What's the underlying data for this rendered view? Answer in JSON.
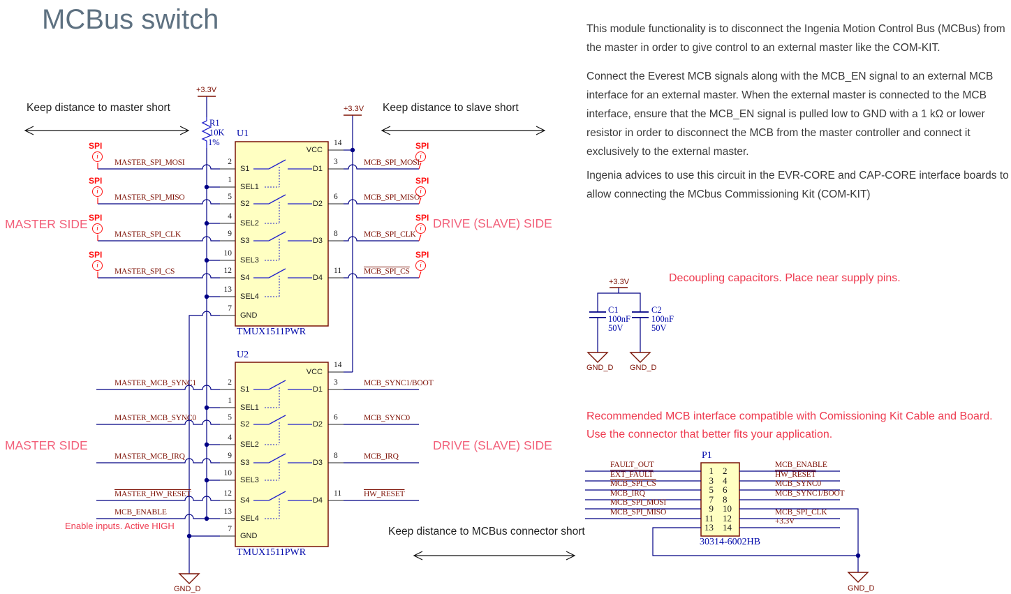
{
  "title": "MCBus switch",
  "description": {
    "p1": "This module functionality is to disconnect the Ingenia Motion Control Bus (MCBus) from the master in order to give control to an external master like the COM-KIT.",
    "p2": "Connect the Everest MCB signals along with the MCB_EN signal to an external MCB interface for an external master. When the external master is connected to the MCB interface, ensure that the MCB_EN signal is pulled low to GND with a 1 kΩ or lower resistor in order to disconnect the MCB from the master controller and connect it exclusively to the external master.",
    "p3": "Ingenia advices to use this circuit in the EVR-CORE and CAP-CORE interface boards to allow connecting the MCbus Commissioning Kit (COM-KIT)"
  },
  "annotations": {
    "keep_master": "Keep distance to master short",
    "keep_slave": "Keep distance to slave short",
    "keep_connector": "Keep distance to MCBus connector short",
    "master_side_top": "MASTER SIDE",
    "master_side_bottom": "MASTER SIDE",
    "drive_side_top": "DRIVE (SLAVE) SIDE",
    "drive_side_bottom": "DRIVE (SLAVE) SIDE",
    "enable_inputs": "Enable inputs. Active HIGH",
    "decoupling": "Decoupling capacitors. Place near supply pins.",
    "recommended_1": "Recommended MCB interface compatible with Comissioning Kit Cable and Board.",
    "recommended_2": "Use the connector that better fits your application."
  },
  "spi": {
    "label": "SPI",
    "icon_text": "i"
  },
  "power": {
    "v33": "+3.3V",
    "gnd_d": "GND_D"
  },
  "r1": {
    "ref": "R1",
    "value": "10K",
    "tol": "1%"
  },
  "c1": {
    "ref": "C1",
    "value": "100nF",
    "volt": "50V"
  },
  "c2": {
    "ref": "C2",
    "value": "100nF",
    "volt": "50V"
  },
  "u1": {
    "ref": "U1",
    "part": "TMUX1511PWR",
    "pins_left": [
      {
        "n": "2",
        "name": "S1"
      },
      {
        "n": "1",
        "name": "SEL1"
      },
      {
        "n": "5",
        "name": "S2"
      },
      {
        "n": "4",
        "name": "SEL2"
      },
      {
        "n": "9",
        "name": "S3"
      },
      {
        "n": "10",
        "name": "SEL3"
      },
      {
        "n": "12",
        "name": "S4"
      },
      {
        "n": "13",
        "name": "SEL4"
      },
      {
        "n": "7",
        "name": "GND"
      }
    ],
    "pins_right": [
      {
        "n": "14",
        "name": "VCC"
      },
      {
        "n": "3",
        "name": "D1"
      },
      {
        "n": "6",
        "name": "D2"
      },
      {
        "n": "8",
        "name": "D3"
      },
      {
        "n": "11",
        "name": "D4"
      }
    ],
    "nets_left": [
      "MASTER_SPI_MOSI",
      "MASTER_SPI_MISO",
      "MASTER_SPI_CLK",
      "MASTER_SPI_CS"
    ],
    "nets_right": [
      "MCB_SPI_MOSI",
      "MCB_SPI_MISO",
      "MCB_SPI_CLK",
      "MCB_SPI_CS"
    ]
  },
  "u2": {
    "ref": "U2",
    "part": "TMUX1511PWR",
    "pins_left": [
      {
        "n": "2",
        "name": "S1"
      },
      {
        "n": "1",
        "name": "SEL1"
      },
      {
        "n": "5",
        "name": "S2"
      },
      {
        "n": "4",
        "name": "SEL2"
      },
      {
        "n": "9",
        "name": "S3"
      },
      {
        "n": "10",
        "name": "SEL3"
      },
      {
        "n": "12",
        "name": "S4"
      },
      {
        "n": "13",
        "name": "SEL4"
      },
      {
        "n": "7",
        "name": "GND"
      }
    ],
    "pins_right": [
      {
        "n": "14",
        "name": "VCC"
      },
      {
        "n": "3",
        "name": "D1"
      },
      {
        "n": "6",
        "name": "D2"
      },
      {
        "n": "8",
        "name": "D3"
      },
      {
        "n": "11",
        "name": "D4"
      }
    ],
    "nets_left": [
      "MASTER_MCB_SYNC1",
      "MASTER_MCB_SYNC0",
      "MASTER_MCB_IRQ",
      "MASTER_HW_RESET",
      "MCB_ENABLE"
    ],
    "nets_right": [
      "MCB_SYNC1/BOOT",
      "MCB_SYNC0",
      "MCB_IRQ",
      "HW_RESET"
    ]
  },
  "p1": {
    "ref": "P1",
    "part": "30314-6002HB",
    "pins_left": [
      "1",
      "3",
      "5",
      "7",
      "9",
      "11",
      "13"
    ],
    "pins_right": [
      "2",
      "4",
      "6",
      "8",
      "10",
      "12",
      "14"
    ],
    "nets_left": [
      "FAULT_OUT",
      "EXT_FAULT",
      "MCB_SPI_CS",
      "MCB_IRQ",
      "MCB_SPI_MOSI",
      "MCB_SPI_MISO"
    ],
    "nets_right": [
      "MCB_ENABLE",
      "HW_RESET",
      "MCB_SYNC0",
      "MCB_SYNC1/BOOT",
      "MCB_SPI_CLK",
      "+3.3V"
    ]
  },
  "colors": {
    "accent_red": "#ee3b50",
    "side_label_pink": "#f2607a",
    "net_label": "#7d1004",
    "wire_blue": "#000085",
    "designator_blue": "#0008aa",
    "chip_fill": "#ffffc2",
    "chip_border": "#7a1407",
    "title_gray": "#5e7181"
  }
}
